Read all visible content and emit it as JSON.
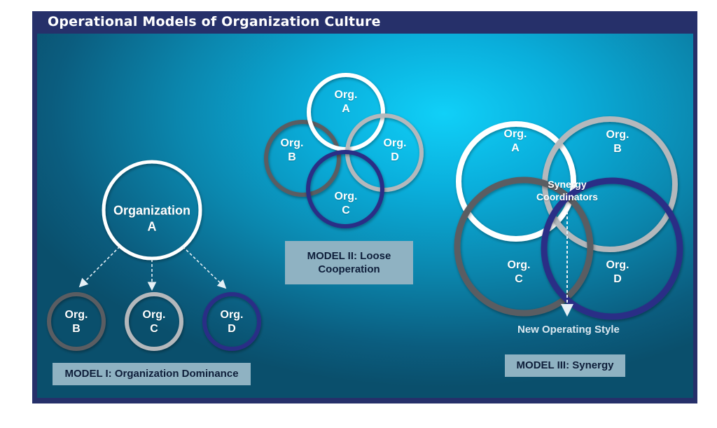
{
  "header": {
    "title": "Operational Models of Organization Culture"
  },
  "model1": {
    "top": {
      "line1": "Organization",
      "line2": "A"
    },
    "children": [
      {
        "line1": "Org.",
        "line2": "B"
      },
      {
        "line1": "Org.",
        "line2": "C"
      },
      {
        "line1": "Org.",
        "line2": "D"
      }
    ],
    "caption": "MODEL I: Organization Dominance"
  },
  "model2": {
    "orgs": [
      {
        "line1": "Org.",
        "line2": "A"
      },
      {
        "line1": "Org.",
        "line2": "B"
      },
      {
        "line1": "Org.",
        "line2": "D"
      },
      {
        "line1": "Org.",
        "line2": "C"
      }
    ],
    "caption_line1": "MODEL II: Loose",
    "caption_line2": "Cooperation"
  },
  "model3": {
    "orgs": [
      {
        "line1": "Org.",
        "line2": "A"
      },
      {
        "line1": "Org.",
        "line2": "B"
      },
      {
        "line1": "Org.",
        "line2": "C"
      },
      {
        "line1": "Org.",
        "line2": "D"
      }
    ],
    "center_line1": "Synergy",
    "center_line2": "Coordinators",
    "output": "New Operating Style",
    "caption": "MODEL III: Synergy"
  },
  "colors": {
    "frame": "#26306a",
    "white_ring": "#ffffff",
    "dark_gray_ring": "#5a5d62",
    "light_gray_ring": "#b4b8bc",
    "navy_ring": "#2a2f86",
    "caption_box": "#8fb2c2"
  }
}
